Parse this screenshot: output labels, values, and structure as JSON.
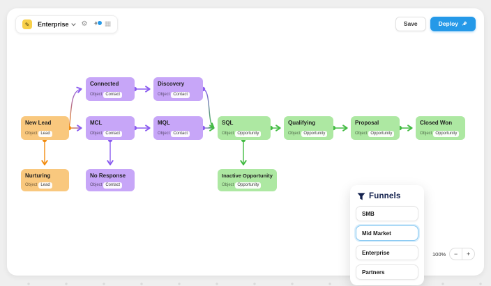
{
  "toolbar": {
    "workspace_label": "Enterprise",
    "save_label": "Save",
    "deploy_label": "Deploy"
  },
  "icons": {
    "edit_badge": "✎",
    "gear": "⚙",
    "sparkles": "✦",
    "grid": "▦"
  },
  "node_field_label": "Object",
  "nodes": [
    {
      "title": "New Lead",
      "object": "Lead",
      "color": "#F9C87E"
    },
    {
      "title": "Connected",
      "object": "Contact",
      "color": "#C7A6F8"
    },
    {
      "title": "Discovery",
      "object": "Contact",
      "color": "#C7A6F8"
    },
    {
      "title": "MCL",
      "object": "Contact",
      "color": "#C7A6F8"
    },
    {
      "title": "MQL",
      "object": "Contact",
      "color": "#C7A6F8"
    },
    {
      "title": "SQL",
      "object": "Opportunity",
      "color": "#ADE8A2"
    },
    {
      "title": "Qualifying",
      "object": "Opportunity",
      "color": "#ADE8A2"
    },
    {
      "title": "Proposal",
      "object": "Opportunity",
      "color": "#ADE8A2"
    },
    {
      "title": "Closed Won",
      "object": "Opportunity",
      "color": "#ADE8A2"
    },
    {
      "title": "Nurturing",
      "object": "Lead",
      "color": "#F9C87E"
    },
    {
      "title": "No Response",
      "object": "Contact",
      "color": "#C7A6F8"
    },
    {
      "title": "Inactive Opportunity",
      "object": "Opportunity",
      "color": "#ADE8A2"
    }
  ],
  "funnels_panel": {
    "title": "Funnels",
    "items": [
      {
        "label": "SMB",
        "selected": false
      },
      {
        "label": "Mid Market",
        "selected": true
      },
      {
        "label": "Enterprise",
        "selected": false
      },
      {
        "label": "Partners",
        "selected": false
      }
    ]
  },
  "zoom_controls": {
    "level": "100%",
    "zoom_out_label": "−",
    "zoom_in_label": "+"
  },
  "colors": {
    "orange_node": "#F9C87E",
    "purple_node": "#C7A6F8",
    "green_node": "#ADE8A2",
    "orange_accent": "#F28C0F",
    "purple_accent": "#8B5CF0",
    "green_accent": "#42BB42",
    "deploy_blue": "#2599E8",
    "selected_highlight_blue": "#85C8F2",
    "panel_title_navy": "#13214D",
    "toolbar_badge_yellow": "#F8D04A"
  }
}
